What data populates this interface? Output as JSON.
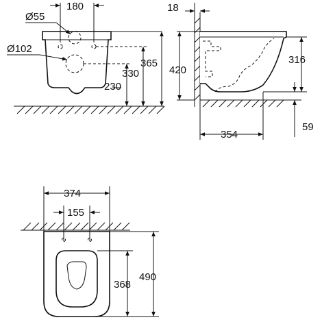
{
  "front_view": {
    "width_between_holes": "180",
    "small_hole": "Ø55",
    "large_hole": "Ø102",
    "total_height": "365",
    "center_height": "330",
    "bottom_height": "230"
  },
  "side_view": {
    "wall_offset": "18",
    "rim_height": "420",
    "seat_height": "316",
    "depth": "354",
    "floor_gap": "59"
  },
  "top_view": {
    "outer_width": "374",
    "bolt_spacing": "155",
    "bowl_length": "490",
    "opening_length": "368"
  }
}
